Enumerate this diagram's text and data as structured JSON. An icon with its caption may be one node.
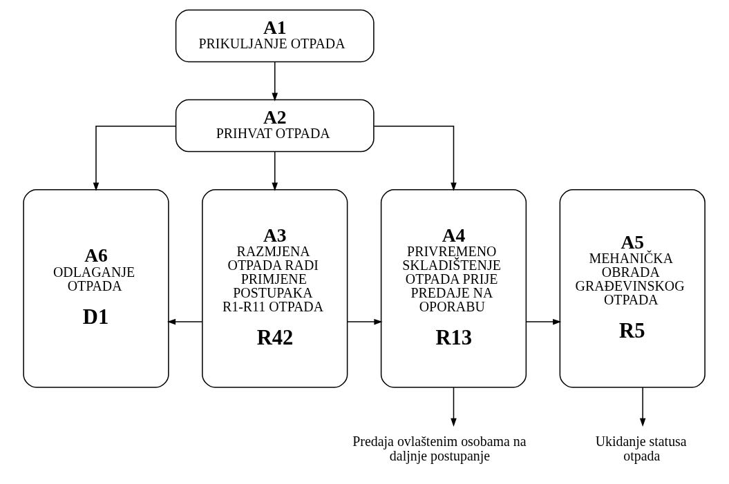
{
  "diagram": {
    "nodes": [
      {
        "text": [
          "A1",
          "PRIKULJANJE OTPADA"
        ]
      },
      {
        "text": [
          "A2",
          "PRIHVAT OTPADA"
        ]
      },
      {
        "text": [
          "A6",
          "ODLAGANJE OTPADA",
          "D1"
        ]
      },
      {
        "text": [
          "A3",
          "RAZMJENA OTPADA RADI PRIMJENE POSTUPAKA R1-R11 OTPADA",
          "R42"
        ]
      },
      {
        "text": [
          "A4",
          "PRIVREMENO SKLADIŠTENJE OTPADA PRIJE PREDAJE NA OPORABU",
          "R13"
        ]
      },
      {
        "text": [
          "A5",
          "MEHANIČKA OBRADA GRAĐEVINSKOG OTPADA",
          "R5"
        ]
      },
      {
        "text": [
          "Predaja ovlaštenim osobama na daljnje postupanje"
        ]
      },
      {
        "text": [
          "Ukidanje statusa otpada"
        ]
      }
    ],
    "edges": [
      {
        "from": 0,
        "to": 1,
        "arrow": "to"
      },
      {
        "from": 1,
        "to": 2,
        "arrow": "to"
      },
      {
        "from": 1,
        "to": 3,
        "arrow": "to"
      },
      {
        "from": 1,
        "to": 4,
        "arrow": "to"
      },
      {
        "from": 3,
        "to": 2,
        "arrow": "to"
      },
      {
        "from": 3,
        "to": 4,
        "arrow": "to"
      },
      {
        "from": 4,
        "to": 5,
        "arrow": "to"
      },
      {
        "from": 4,
        "to": 6,
        "arrow": "to"
      },
      {
        "from": 5,
        "to": 7,
        "arrow": "to"
      }
    ]
  }
}
